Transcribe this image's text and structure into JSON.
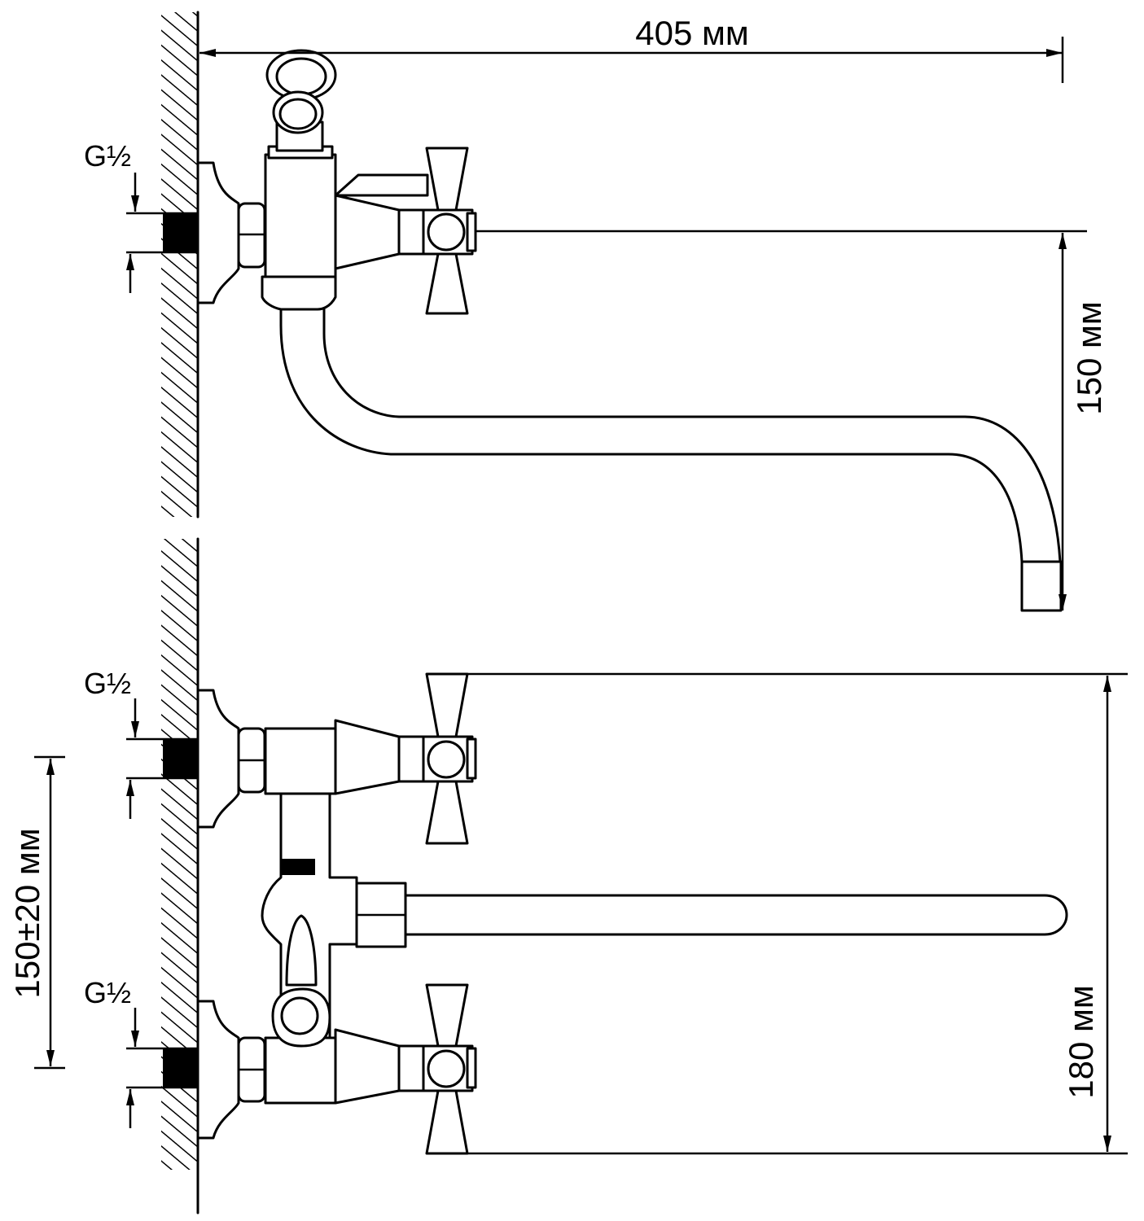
{
  "dimensions": {
    "overall_length": "405 мм",
    "spout_drop": "150 мм",
    "inlet_spacing": "150±20 мм",
    "front_height": "180 мм"
  },
  "connections": {
    "side_view_inlet": "G½",
    "front_view_inlet_top": "G½",
    "front_view_inlet_bottom": "G½"
  },
  "colors": {
    "line": "#000000",
    "background": "#ffffff"
  }
}
